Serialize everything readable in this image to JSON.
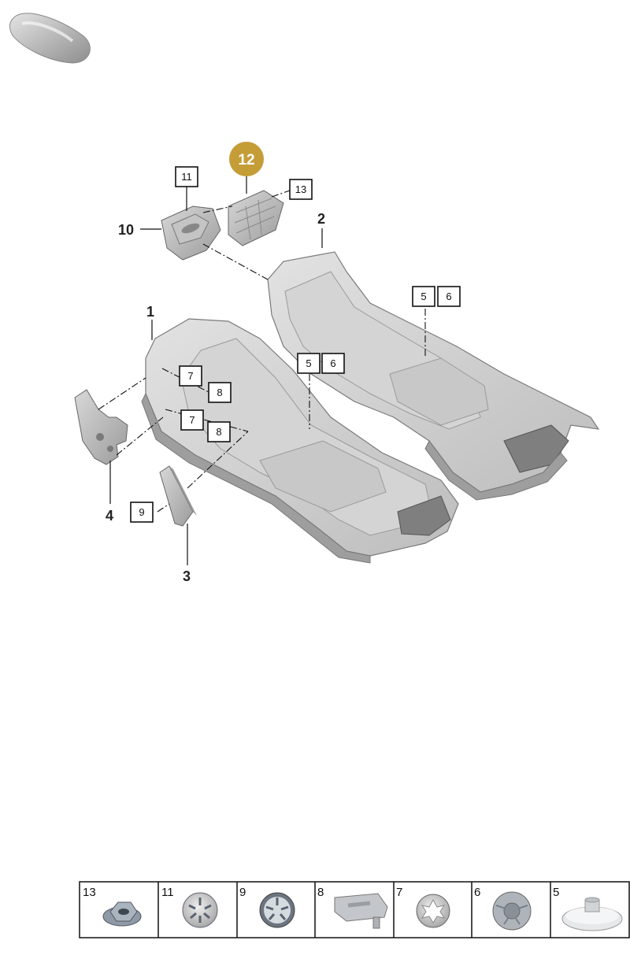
{
  "part_numbers": {
    "carpet_front": "1",
    "carpet_rear": "2",
    "wedge": "3",
    "bracket": "4",
    "support": "10"
  },
  "highlight": {
    "label": "12",
    "color": "#C59D37"
  },
  "callouts": {
    "c11": "11",
    "c13": "13",
    "c5_rear": "5",
    "c6_rear": "6",
    "c5_front": "5",
    "c6_front": "6",
    "c7_upper": "7",
    "c8_upper": "8",
    "c7_lower": "7",
    "c8_lower": "8",
    "c9": "9"
  },
  "legend": [
    {
      "number": "13",
      "icon": "hex-flange-nut-icon"
    },
    {
      "number": "11",
      "icon": "spring-clip-icon"
    },
    {
      "number": "9",
      "icon": "star-washer-icon"
    },
    {
      "number": "8",
      "icon": "vin-cover-icon"
    },
    {
      "number": "7",
      "icon": "push-nut-icon"
    },
    {
      "number": "6",
      "icon": "round-clip-icon"
    },
    {
      "number": "5",
      "icon": "button-fastener-icon"
    }
  ]
}
